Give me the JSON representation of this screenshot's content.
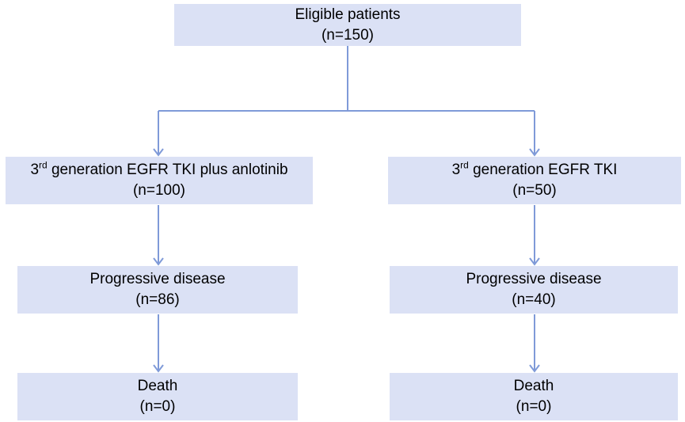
{
  "colors": {
    "box_fill": "#dbe1f5",
    "arrow": "#7f9ad8",
    "text": "#000000",
    "background": "#ffffff"
  },
  "nodes": {
    "eligible": {
      "line1": "Eligible patients",
      "line2": "(n=150)"
    },
    "arm_combo": {
      "base": "3",
      "sup": "rd",
      "rest": " generation EGFR TKI plus anlotinib",
      "line2": "(n=100)"
    },
    "arm_tki": {
      "base": "3",
      "sup": "rd",
      "rest": " generation EGFR TKI",
      "line2": "(n=50)"
    },
    "pd_combo": {
      "line1": "Progressive disease",
      "line2": "(n=86)"
    },
    "pd_tki": {
      "line1": "Progressive disease",
      "line2": "(n=40)"
    },
    "death_combo": {
      "line1": "Death",
      "line2": "(n=0)"
    },
    "death_tki": {
      "line1": "Death",
      "line2": "(n=0)"
    }
  },
  "edges": [
    {
      "from": "eligible",
      "to": "arm_combo"
    },
    {
      "from": "eligible",
      "to": "arm_tki"
    },
    {
      "from": "arm_combo",
      "to": "pd_combo"
    },
    {
      "from": "arm_tki",
      "to": "pd_tki"
    },
    {
      "from": "pd_combo",
      "to": "death_combo"
    },
    {
      "from": "pd_tki",
      "to": "death_tki"
    }
  ]
}
